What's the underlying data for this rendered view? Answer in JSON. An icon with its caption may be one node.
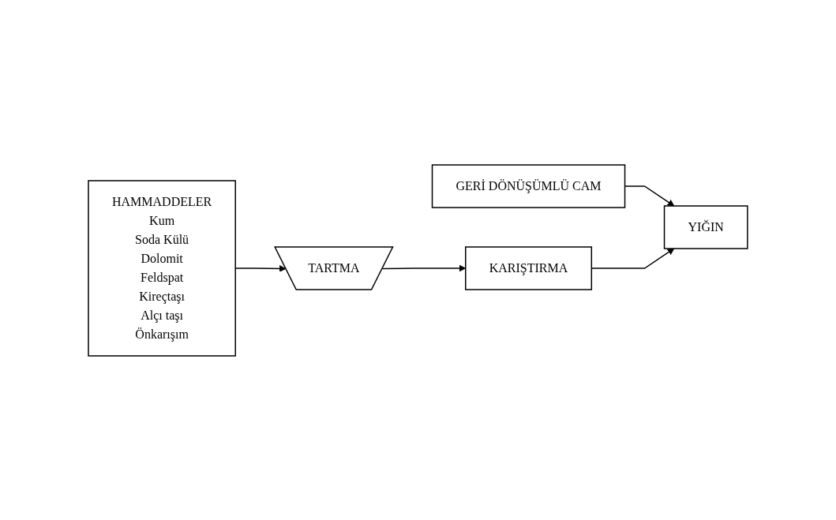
{
  "diagram": {
    "nodes": [
      {
        "text": [
          "HAMMADDELER",
          "Kum",
          "Soda Külü",
          "Dolomit",
          "Feldspat",
          "Kireçtaşı",
          "Alçı taşı",
          "Önkarışım"
        ]
      },
      {
        "text": [
          "TARTMA"
        ]
      },
      {
        "text": [
          "GERİ DÖNÜŞÜMLÜ CAM"
        ]
      },
      {
        "text": [
          "KARIŞTIRMA"
        ]
      },
      {
        "text": [
          "YIĞIN"
        ]
      }
    ],
    "edges": [
      {
        "from": 0,
        "to": 1,
        "arrow": "to"
      },
      {
        "from": 1,
        "to": 3,
        "arrow": "to"
      },
      {
        "from": 2,
        "to": 4,
        "arrow": "to"
      },
      {
        "from": 3,
        "to": 4,
        "arrow": "to"
      }
    ]
  }
}
